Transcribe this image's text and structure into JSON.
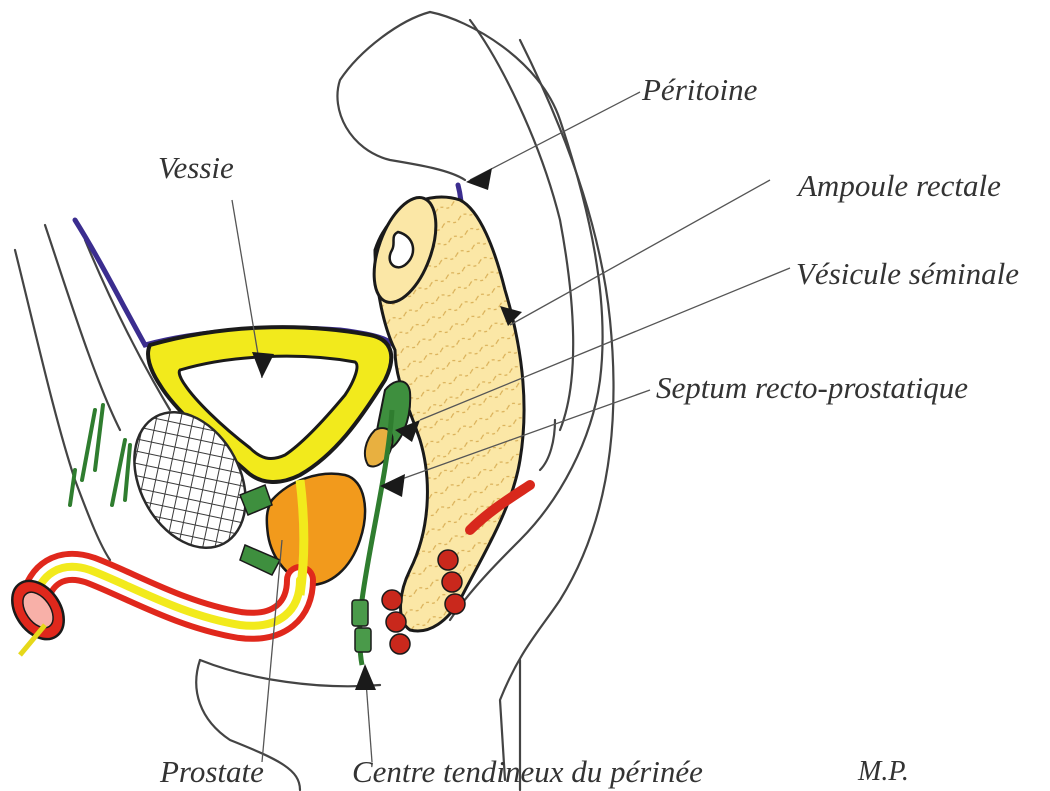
{
  "labels": {
    "peritoine": "Péritoine",
    "vessie": "Vessie",
    "ampoule_rectale": "Ampoule rectale",
    "vesicule_seminale": "Vésicule séminale",
    "septum": "Septum recto-prostatique",
    "prostate": "Prostate",
    "centre_tendineux": "Centre tendineux du périnée",
    "signature": "M.P."
  },
  "colors": {
    "bladder_wall": "#f2ea1c",
    "bladder_outline": "#1a1a1a",
    "peritoneum": "#3b2d8f",
    "rectum_fill": "#fbe7a6",
    "rectum_hatch": "#d9b35a",
    "prostate": "#f29a1c",
    "seminal_vesicle": "#3e8f3e",
    "urethra": "#f2ea1c",
    "spongiosum": "#e0281c",
    "sphincter": "#c9281c",
    "symphysis": "#3a3a3a"
  }
}
